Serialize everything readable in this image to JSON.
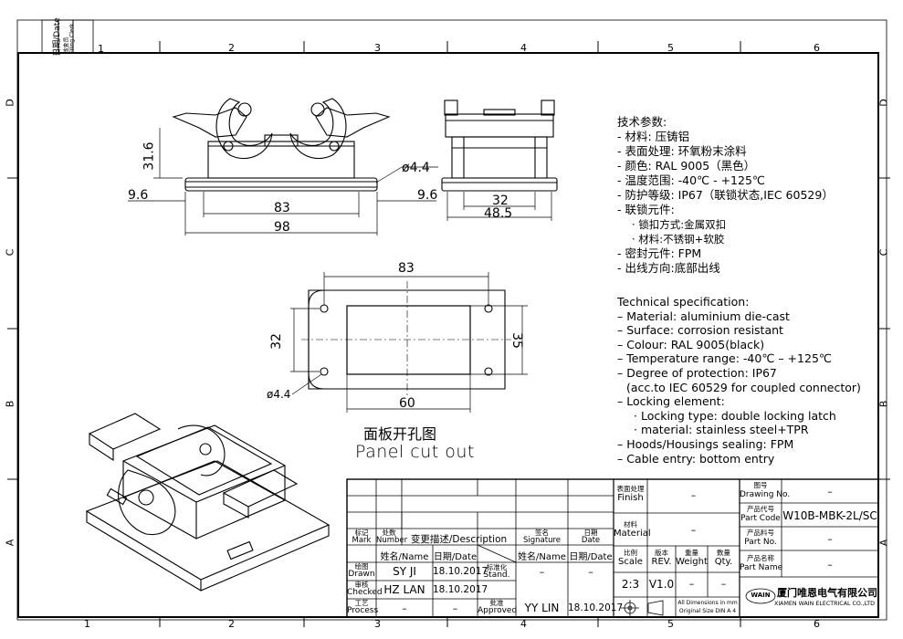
{
  "side_strip": {
    "date_label": "日期/Date",
    "check_label_cn": "核查员",
    "check_label_en": "Filing Clerk"
  },
  "zones": {
    "columns": [
      "1",
      "2",
      "3",
      "4",
      "5",
      "6"
    ],
    "rows": [
      "D",
      "C",
      "B",
      "A"
    ]
  },
  "dimensions": {
    "height": "31.6",
    "overhang_left": "9.6",
    "overhang_right": "9.6",
    "hole_diameter": "ø4.4",
    "hole_spacing": "83",
    "overall_length": "98",
    "side_inner": "32",
    "side_outer": "48.5",
    "cutout_spacing": "83",
    "cutout_height": "32",
    "cutout_outer_height": "35",
    "cutout_width": "60",
    "cutout_hole": "ø4.4"
  },
  "panel_cutout": {
    "title_cn": "面板开孔图",
    "title_en": "Panel cut out"
  },
  "specs_cn": [
    "技术参数:",
    "- 材料: 压铸铝",
    "- 表面处理: 环氧粉末涂料",
    "- 颜色: RAL 9005（黑色）",
    "- 温度范围: -40℃ - +125℃",
    "- 防护等级: IP67（联锁状态,IEC 60529）",
    "- 联锁元件:",
    "    · 锁扣方式:金属双扣",
    "    · 材料:不锈钢+软胶",
    "- 密封元件: FPM",
    "- 出线方向:底部出线"
  ],
  "specs_en": [
    "Technical specification:",
    "– Material: aluminium die-cast",
    "– Surface: corrosion resistant",
    "– Colour: RAL 9005(black)",
    "– Temperature range: -40℃ – +125℃",
    "– Degree of protection: IP67",
    "   (acc.to IEC 60529 for coupled connector)",
    "– Locking element:",
    "    · Locking type: double locking latch",
    "    · material: stainless steel+TPR",
    "– Hoods/Housings sealing: FPM",
    "– Cable entry: bottom entry"
  ],
  "title_block": {
    "mark_cn": "标记",
    "mark_en": "Mark",
    "number_cn": "处数",
    "number_en": "Number",
    "desc": "变更描述/Description",
    "sig_cn": "签名",
    "sig_en": "Signature",
    "date_cn": "日期",
    "date_en": "Date",
    "name_col": "姓名/Name",
    "date_col": "日期/Date",
    "drawn_cn": "绘图",
    "drawn_en": "Drawn",
    "drawn_name": "SY JI",
    "drawn_date": "18.10.2017",
    "stand_cn": "标准化",
    "stand_en": "Stand.",
    "stand_name": "–",
    "stand_date": "–",
    "checked_cn": "审核",
    "checked_en": "Checked",
    "checked_name": "HZ LAN",
    "checked_date": "18.10.2017",
    "process_cn": "工艺",
    "process_en": "Process",
    "process_name": "–",
    "process_date": "–",
    "approved_cn": "批准",
    "approved_en": "Approved",
    "approved_name": "YY LIN",
    "approved_date": "18.10.2017",
    "finish_cn": "表面处理",
    "finish_en": "Finish",
    "finish_val": "–",
    "material_cn": "材料",
    "material_en": "Material",
    "material_val": "–",
    "scale_cn": "比例",
    "scale_en": "Scale",
    "scale_val": "2:3",
    "rev_cn": "版本",
    "rev_en": "REV.",
    "rev_val": "V1.0",
    "weight_cn": "重量",
    "weight_en": "Weight",
    "weight_val": "–",
    "qty_cn": "数量",
    "qty_en": "Qty.",
    "qty_val": "–",
    "dims_note1": "All Dimensions in mm",
    "dims_note2": "Original Size DIN A 4",
    "drawing_no_cn": "图号",
    "drawing_no_en": "Drawing No.",
    "drawing_no_val": "–",
    "part_code_cn": "产品代号",
    "part_code_en": "Part Code",
    "part_code_val": "W10B-MBK-2L/SC",
    "part_no_cn": "产品料号",
    "part_no_en": "Part No.",
    "part_no_val": "–",
    "part_name_cn": "产品名称",
    "part_name_en": "Part Name",
    "part_name_val": "–",
    "logo_text": "WAIN",
    "company_cn": "厦门唯恩电气有限公司",
    "company_en": "XIAMEN WAIN ELECTRICAL CO.,LTD"
  }
}
